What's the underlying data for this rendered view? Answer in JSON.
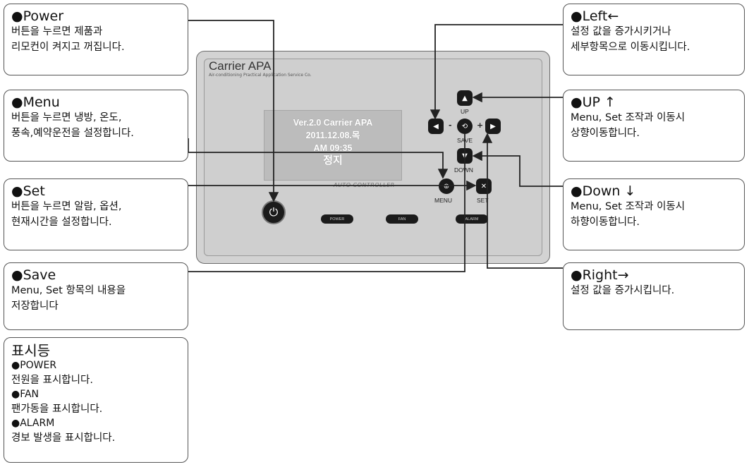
{
  "callouts": {
    "power": {
      "title": "●Power",
      "desc": "버튼을 누르면 제품과\n리모컨이 켜지고 꺼집니다."
    },
    "menu": {
      "title": "●Menu",
      "desc": "버튼을 누르면 냉방, 온도,\n풍속,예약운전을 설정합니다."
    },
    "set": {
      "title": "●Set",
      "desc": "버튼을 누르면 알람, 옵션,\n현재시간을 설정합니다."
    },
    "save": {
      "title": "●Save",
      "desc": "Menu, Set 항목의 내용을\n저장합니다"
    },
    "left": {
      "title": "●Left←",
      "desc": "설정 값을 증가시키거나\n세부항목으로 이동시킵니다."
    },
    "up": {
      "title": "●UP ↑",
      "desc": "Menu, Set 조작과 이동시\n상향이동합니다."
    },
    "down": {
      "title": "●Down ↓",
      "desc": "Menu, Set 조작과 이동시\n하향이동합니다."
    },
    "right": {
      "title": "●Right→",
      "desc": "설정 값을 증가시킵니다."
    }
  },
  "indicators": {
    "title": "표시등",
    "items": [
      {
        "name": "●POWER",
        "desc": "전원을 표시합니다."
      },
      {
        "name": "●FAN",
        "desc": "팬가동을 표시합니다."
      },
      {
        "name": "●ALARM",
        "desc": "경보 발생을 표시합니다."
      }
    ]
  },
  "device": {
    "brand": "Carrier APA",
    "brand_sub": "Air-conditioning Practical Application Service Co.",
    "lcd": [
      "Ver.2.0  Carrier APA",
      "2011.12.08.목",
      "AM 09:35",
      "정지"
    ],
    "auto_label": "AUTO CONTROLLER",
    "buttons": {
      "up": "UP",
      "save": "SAVE",
      "down": "DOWN",
      "menu": "MENU",
      "set": "SET",
      "minus": "-",
      "plus": "+"
    },
    "lamps": {
      "power": "POWER",
      "fan": "FAN",
      "alarm": "ALARM"
    }
  },
  "colors": {
    "panel": "#d3d3d3",
    "button": "#1a1a1a",
    "line": "#222222",
    "lcd": "#bcbcbc"
  }
}
